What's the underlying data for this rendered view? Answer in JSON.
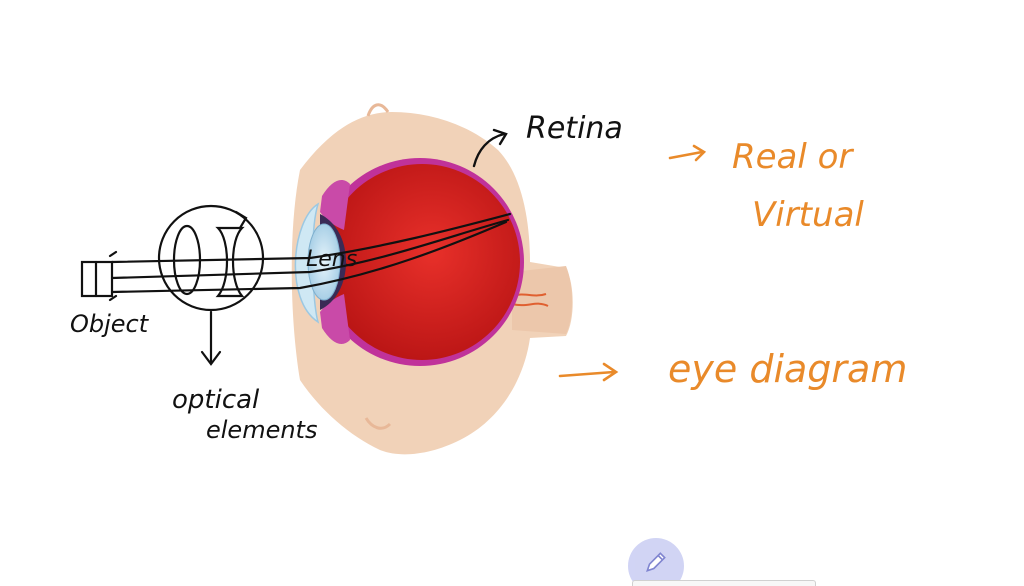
{
  "labels": {
    "retina": "Retina",
    "lens": "Lens",
    "object": "Object",
    "optical_line1": "optical",
    "optical_line2": "elements"
  },
  "notes": {
    "real_line1": "Real or",
    "real_line2": "Virtual",
    "eye": "eye diagram"
  },
  "colors": {
    "ink": "#111111",
    "note": "#e98a2a",
    "eyeball": "#d11a1a",
    "sclera_rim": "#c0329a",
    "skin": "#f1d2b8",
    "lens": "#bfe0f2"
  },
  "icons": {
    "pen": "pen-icon"
  }
}
